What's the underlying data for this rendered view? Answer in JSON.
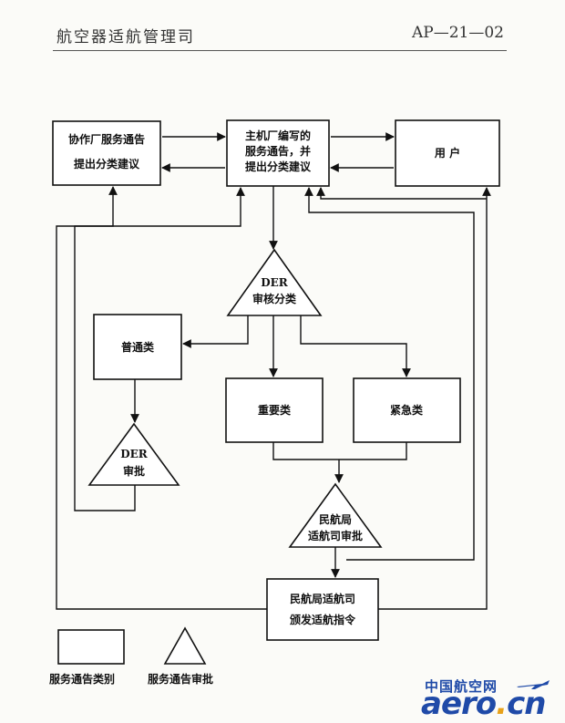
{
  "header": {
    "left": "航空器适航管理司",
    "right": "AP—21—02"
  },
  "boxes": {
    "partner": [
      "协作厂服务通告",
      "提出分类建议"
    ],
    "main": [
      "主机厂编写的",
      "服务通告，并",
      "提出分类建议"
    ],
    "user": "用 户",
    "general": "普通类",
    "important": "重要类",
    "urgent": "紧急类",
    "directive": [
      "民航局适航司",
      "颁发适航指令"
    ]
  },
  "triangles": {
    "der_classify": [
      "DER",
      "审核分类"
    ],
    "der_approve": [
      "DER",
      "审批"
    ],
    "caac_approve": [
      "民航局",
      "适航司审批"
    ]
  },
  "legend": {
    "box_label": "服务通告类别",
    "triangle_label": "服务通告审批"
  },
  "watermark": {
    "cn": "中国航空网",
    "en_a": "aero",
    "en_dot": ".",
    "en_b": "cn"
  }
}
